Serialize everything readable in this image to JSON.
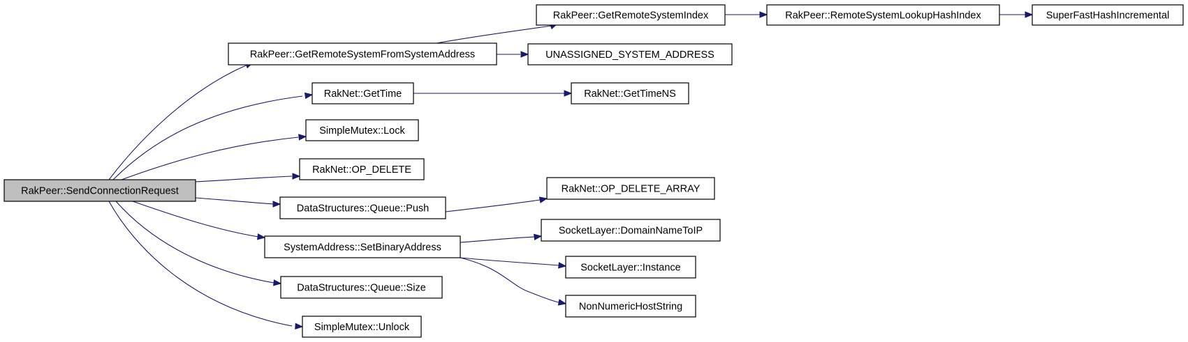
{
  "nodes": [
    {
      "id": "root",
      "label": "RakPeer::SendConnectionRequest",
      "root": true
    },
    {
      "id": "getRemoteSystemFromSystemAddress",
      "label": "RakPeer::GetRemoteSystemFromSystemAddress"
    },
    {
      "id": "getRemoteSystemIndex",
      "label": "RakPeer::GetRemoteSystemIndex"
    },
    {
      "id": "remoteSystemLookupHashIndex",
      "label": "RakPeer::RemoteSystemLookupHashIndex"
    },
    {
      "id": "superFastHashIncremental",
      "label": "SuperFastHashIncremental"
    },
    {
      "id": "unassignedSystemAddress",
      "label": "UNASSIGNED_SYSTEM_ADDRESS"
    },
    {
      "id": "getTime",
      "label": "RakNet::GetTime"
    },
    {
      "id": "getTimeNS",
      "label": "RakNet::GetTimeNS"
    },
    {
      "id": "lock",
      "label": "SimpleMutex::Lock"
    },
    {
      "id": "opDelete",
      "label": "RakNet::OP_DELETE"
    },
    {
      "id": "queuePush",
      "label": "DataStructures::Queue::Push"
    },
    {
      "id": "opDeleteArray",
      "label": "RakNet::OP_DELETE_ARRAY"
    },
    {
      "id": "setBinaryAddress",
      "label": "SystemAddress::SetBinaryAddress"
    },
    {
      "id": "domainNameToIP",
      "label": "SocketLayer::DomainNameToIP"
    },
    {
      "id": "socketLayerInstance",
      "label": "SocketLayer::Instance"
    },
    {
      "id": "nonNumericHostString",
      "label": "NonNumericHostString"
    },
    {
      "id": "queueSize",
      "label": "DataStructures::Queue::Size"
    },
    {
      "id": "unlock",
      "label": "SimpleMutex::Unlock"
    }
  ],
  "edges": [
    {
      "from": "root",
      "to": "getRemoteSystemFromSystemAddress"
    },
    {
      "from": "root",
      "to": "getTime"
    },
    {
      "from": "root",
      "to": "lock"
    },
    {
      "from": "root",
      "to": "opDelete"
    },
    {
      "from": "root",
      "to": "queuePush"
    },
    {
      "from": "root",
      "to": "setBinaryAddress"
    },
    {
      "from": "root",
      "to": "queueSize"
    },
    {
      "from": "root",
      "to": "unlock"
    },
    {
      "from": "getRemoteSystemFromSystemAddress",
      "to": "getRemoteSystemIndex"
    },
    {
      "from": "getRemoteSystemFromSystemAddress",
      "to": "unassignedSystemAddress"
    },
    {
      "from": "getRemoteSystemIndex",
      "to": "remoteSystemLookupHashIndex"
    },
    {
      "from": "remoteSystemLookupHashIndex",
      "to": "superFastHashIncremental"
    },
    {
      "from": "getTime",
      "to": "getTimeNS"
    },
    {
      "from": "queuePush",
      "to": "opDeleteArray"
    },
    {
      "from": "setBinaryAddress",
      "to": "domainNameToIP"
    },
    {
      "from": "setBinaryAddress",
      "to": "socketLayerInstance"
    },
    {
      "from": "setBinaryAddress",
      "to": "nonNumericHostString"
    }
  ],
  "colors": {
    "edge": "#191970",
    "node_border": "#000000",
    "node_fill": "#ffffff",
    "root_fill": "#bfbfbf"
  }
}
